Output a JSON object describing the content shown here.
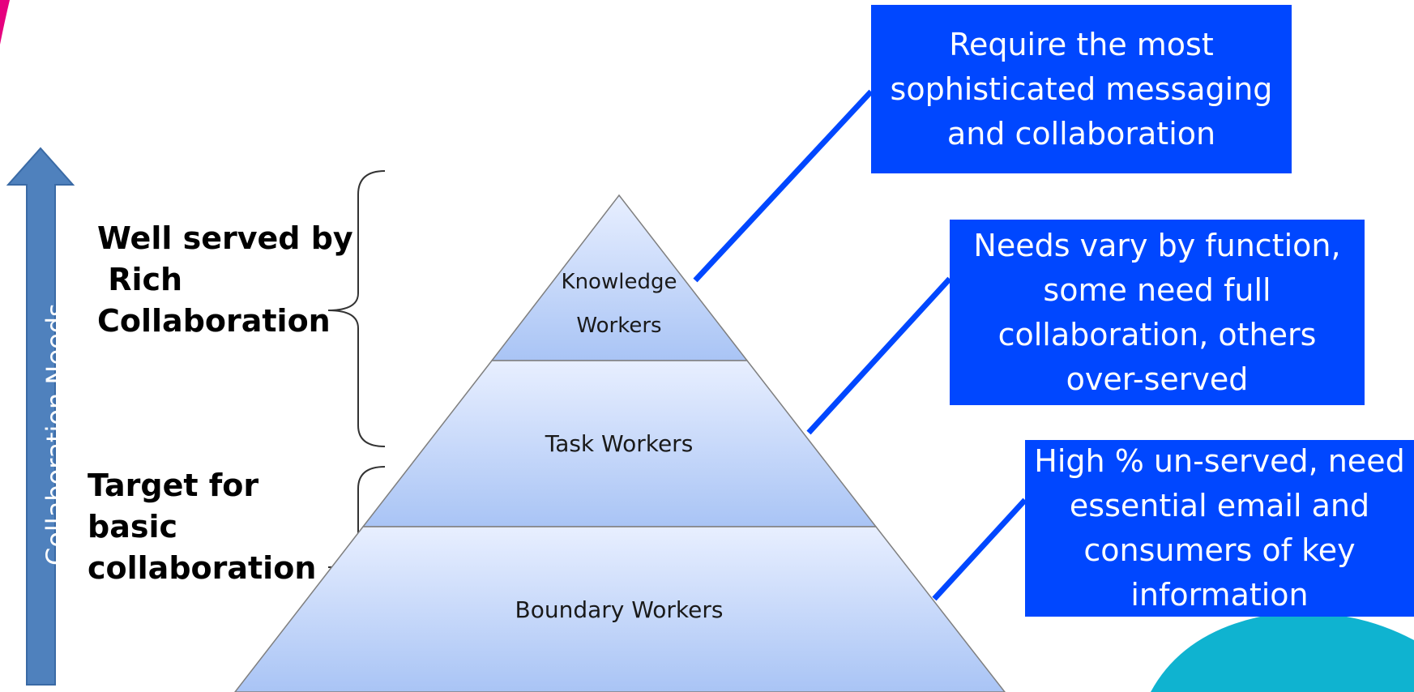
{
  "axis": {
    "label": "Collaboration Needs"
  },
  "pyramid": {
    "tiers": [
      {
        "line1": "Knowledge",
        "line2": "Workers"
      },
      {
        "label": "Task Workers"
      },
      {
        "label": "Boundary Workers"
      }
    ]
  },
  "groups": [
    {
      "label": "Well served by\n Rich\nCollaboration"
    },
    {
      "label": "Target for\nbasic\ncollaboration"
    }
  ],
  "callouts": [
    {
      "text": "Require the most sophisticated messaging and collaboration"
    },
    {
      "text": "Needs vary by function, some need full collaboration, others over-served"
    },
    {
      "text": "High % un-served, need essential email and consumers of key information"
    }
  ],
  "colors": {
    "callout_fill": "#0047ff",
    "connector": "#0047ff",
    "arrow_fill": "#4f81bd",
    "pyramid_top": "#e8efff",
    "pyramid_bottom": "#a9c4f5",
    "decor_pink": "#e6007e",
    "decor_teal": "#0fb3d0"
  }
}
